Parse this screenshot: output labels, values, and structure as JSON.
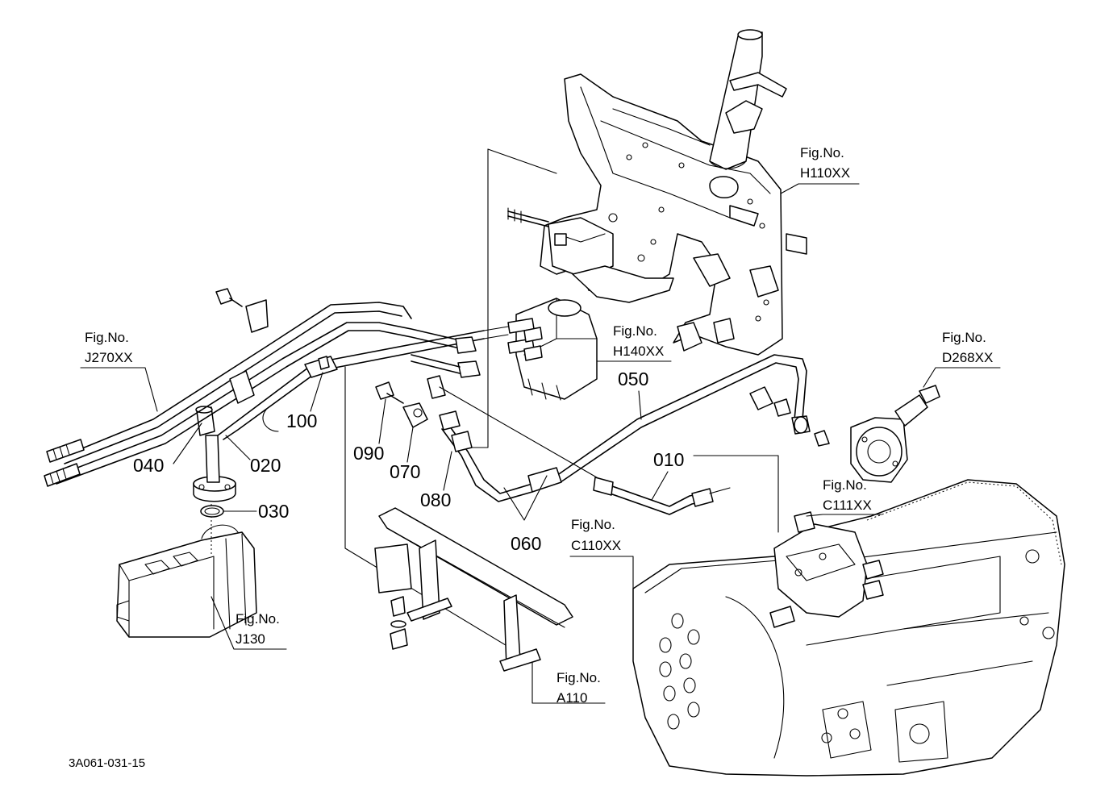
{
  "part_numbers": {
    "p010": "010",
    "p020": "020",
    "p030": "030",
    "p040": "040",
    "p050": "050",
    "p060": "060",
    "p070": "070",
    "p080": "080",
    "p090": "090",
    "p100": "100"
  },
  "figure_refs": {
    "fig_prefix": "Fig.No.",
    "h110": "H110XX",
    "h140": "H140XX",
    "j270": "J270XX",
    "d268": "D268XX",
    "c111": "C111XX",
    "c110": "C110XX",
    "j130": "J130",
    "a110": "A110"
  },
  "drawing_id": "3A061-031-15"
}
